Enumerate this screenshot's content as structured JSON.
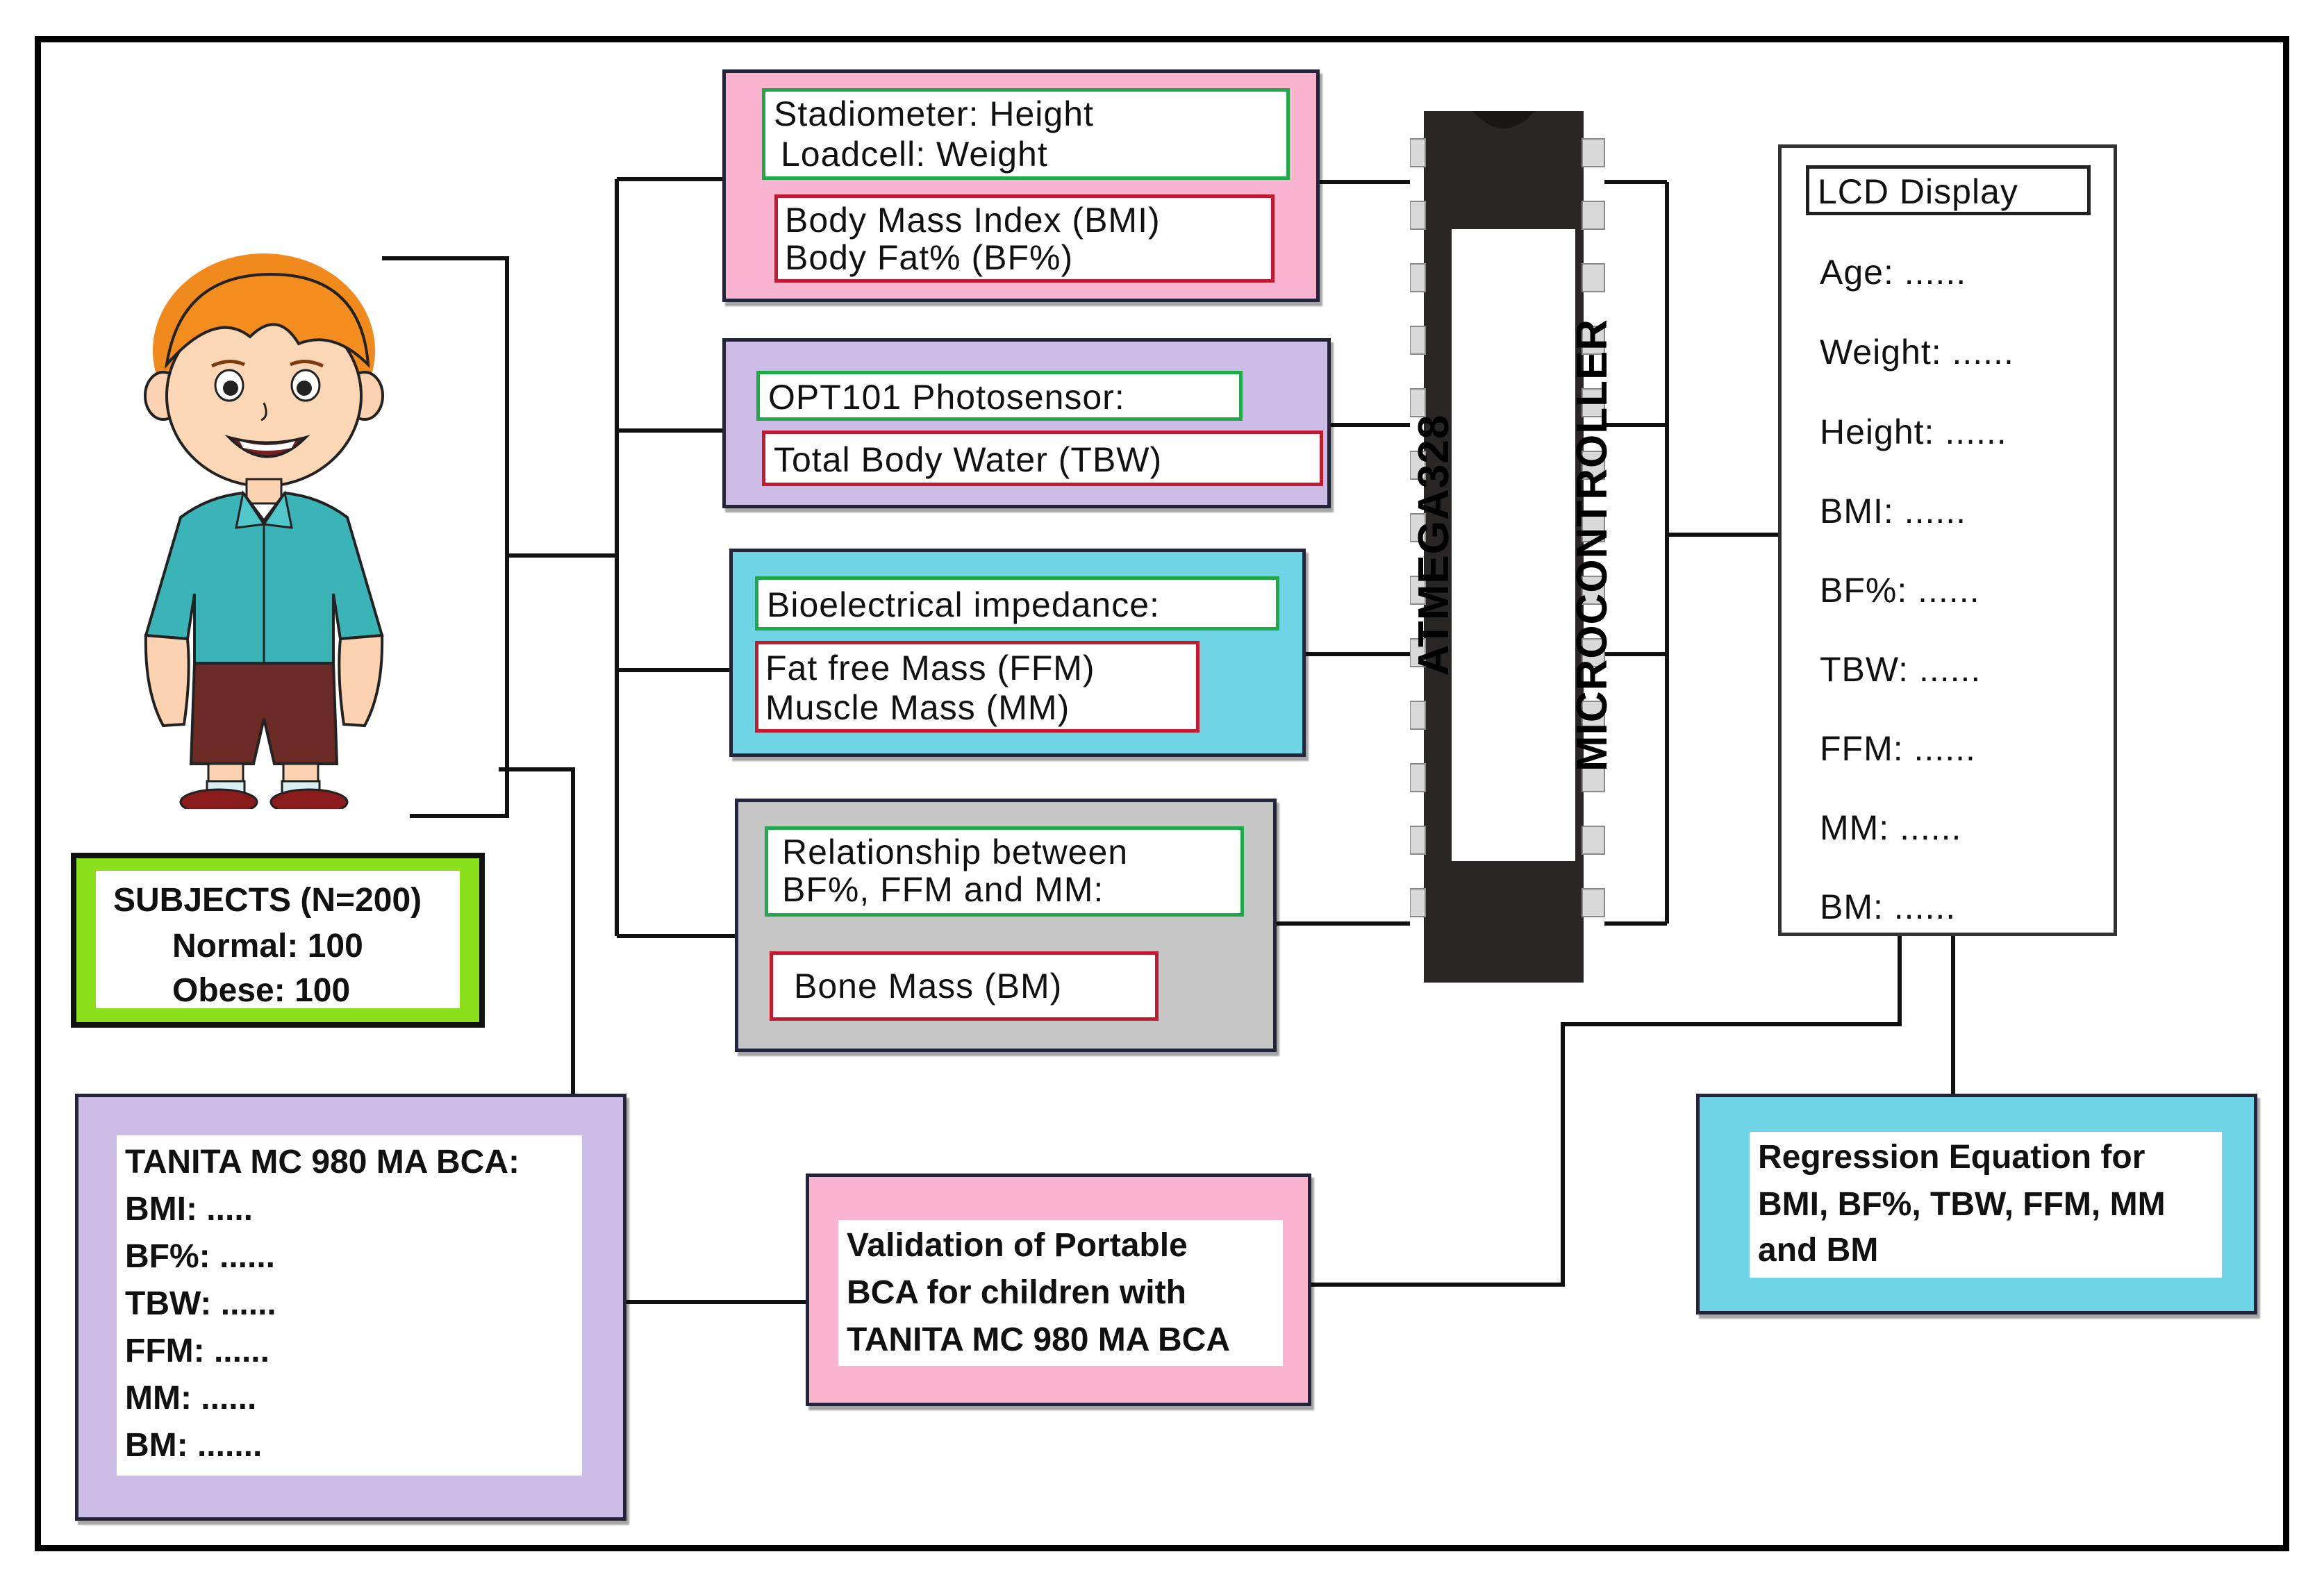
{
  "modules": {
    "stadiometer": {
      "line1": "Stadiometer: Height",
      "line2": "Loadcell: Weight",
      "out1": "Body Mass Index (BMI)",
      "out2": "Body Fat% (BF%)"
    },
    "photosensor": {
      "title": "OPT101 Photosensor:",
      "out": "Total Body Water (TBW)"
    },
    "bia": {
      "title": "Bioelectrical impedance:",
      "out1": "Fat free Mass (FFM)",
      "out2": "Muscle Mass (MM)"
    },
    "relationship": {
      "line1": "Relationship between",
      "line2": "BF%, FFM and MM:",
      "out": "Bone Mass (BM)"
    }
  },
  "microcontroller": {
    "line1": "ATMEGA328",
    "line2": "MICROCONTROLLER"
  },
  "lcd": {
    "title": "LCD Display",
    "fields": [
      "Age: ......",
      "Weight: ......",
      "Height: ......",
      "BMI: ......",
      "BF%: ......",
      "TBW: ......",
      "FFM: ......",
      "MM: ......",
      "BM: ......"
    ]
  },
  "subjects": {
    "title": "SUBJECTS (N=200)",
    "normal": "Normal: 100",
    "obese": "Obese: 100"
  },
  "tanita": {
    "title": "TANITA MC 980 MA BCA:",
    "fields": [
      "BMI: .....",
      "BF%: ......",
      "TBW: ......",
      "FFM: ......",
      "MM: ......",
      "BM: ......."
    ]
  },
  "validation": {
    "line1": "Validation of Portable",
    "line2": "BCA for children with",
    "line3": "TANITA MC 980 MA BCA"
  },
  "regression": {
    "line1": "Regression Equation for",
    "line2": "BMI, BF%, TBW, FFM, MM",
    "line3": "and BM"
  },
  "colors": {
    "pink": "#fbb4cf",
    "lavender": "#cbbde6",
    "cyan": "#6fd4e6",
    "gray": "#c6c6c6",
    "lime": "#8ae01a",
    "chip": "#2a2626"
  },
  "icons": [
    "child-illustration-icon",
    "microcontroller-chip-icon"
  ]
}
